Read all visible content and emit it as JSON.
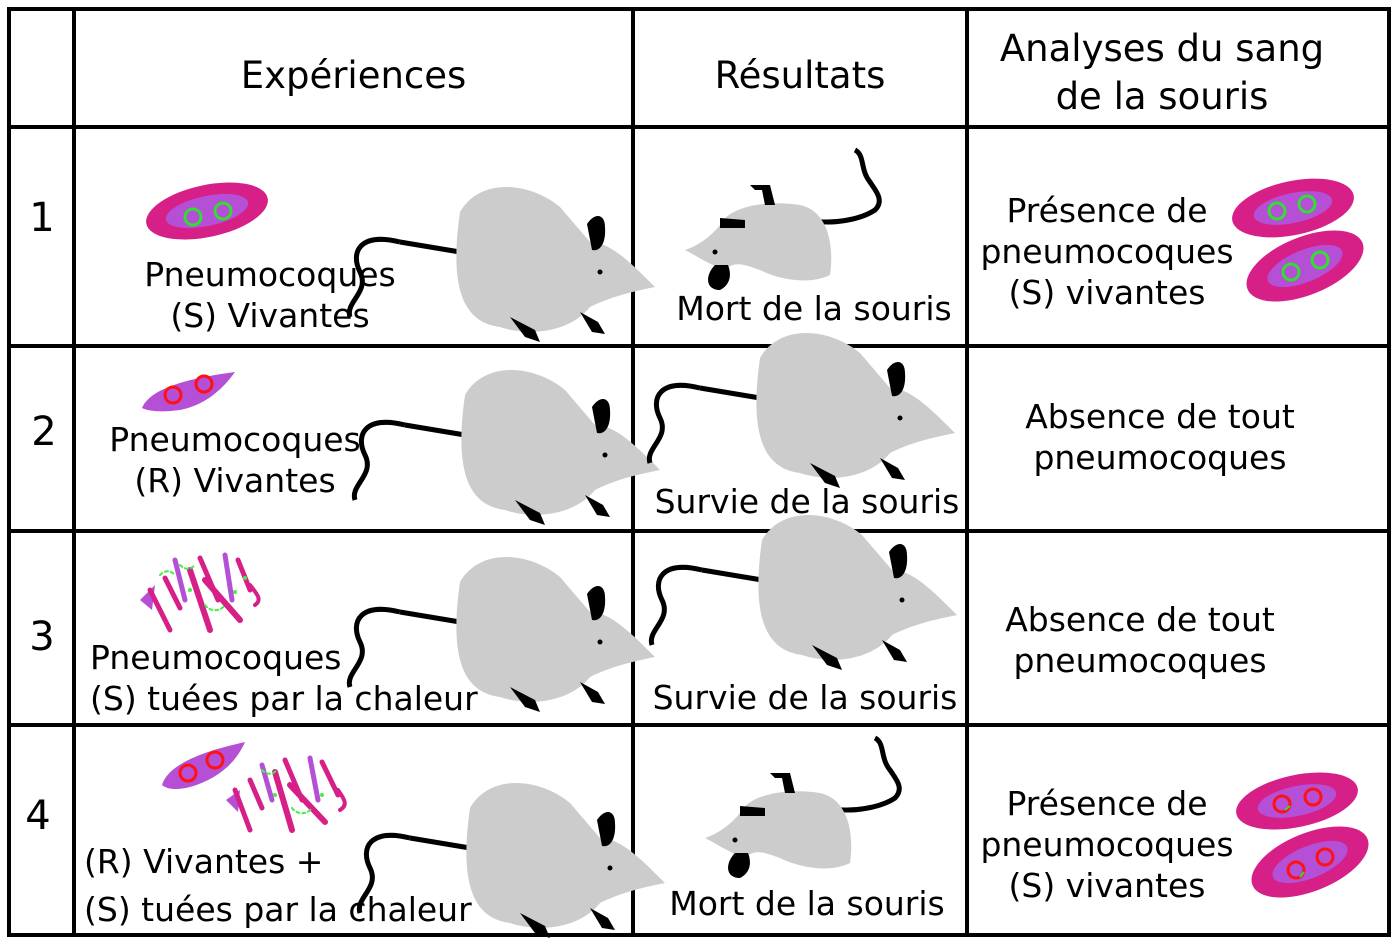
{
  "header": {
    "experiences": "Expériences",
    "resultats": "Résultats",
    "analyses_line1": "Analyses du sang",
    "analyses_line2": "de la souris"
  },
  "rows": [
    {
      "number": "1",
      "experience_line1": "Pneumocoques",
      "experience_line2": "(S) Vivantes",
      "result": "Mort de la souris",
      "analysis_line1": "Présence de",
      "analysis_line2": "pneumocoques",
      "analysis_line3": "(S) vivantes"
    },
    {
      "number": "2",
      "experience_line1": "Pneumocoques",
      "experience_line2": "(R) Vivantes",
      "result": "Survie de la souris",
      "analysis_line1": "Absence de tout",
      "analysis_line2": "pneumocoques"
    },
    {
      "number": "3",
      "experience_line1": "Pneumocoques",
      "experience_line2": "(S) tuées par la chaleur",
      "result": "Survie de la souris",
      "analysis_line1": "Absence de tout",
      "analysis_line2": "pneumocoques"
    },
    {
      "number": "4",
      "experience_line1": "(R) Vivantes +",
      "experience_line2": "(S) tuées par la chaleur",
      "result": "Mort de la souris",
      "analysis_line1": "Présence de",
      "analysis_line2": "pneumocoques",
      "analysis_line3": "(S) vivantes"
    }
  ],
  "colors": {
    "capsule": "#d61f87",
    "cell_body": "#b44fd6",
    "nucleus_s": "#33dd33",
    "nucleus_r": "#ff1111",
    "mouse": "#cccccc",
    "fragments_green": "#44ee44"
  }
}
